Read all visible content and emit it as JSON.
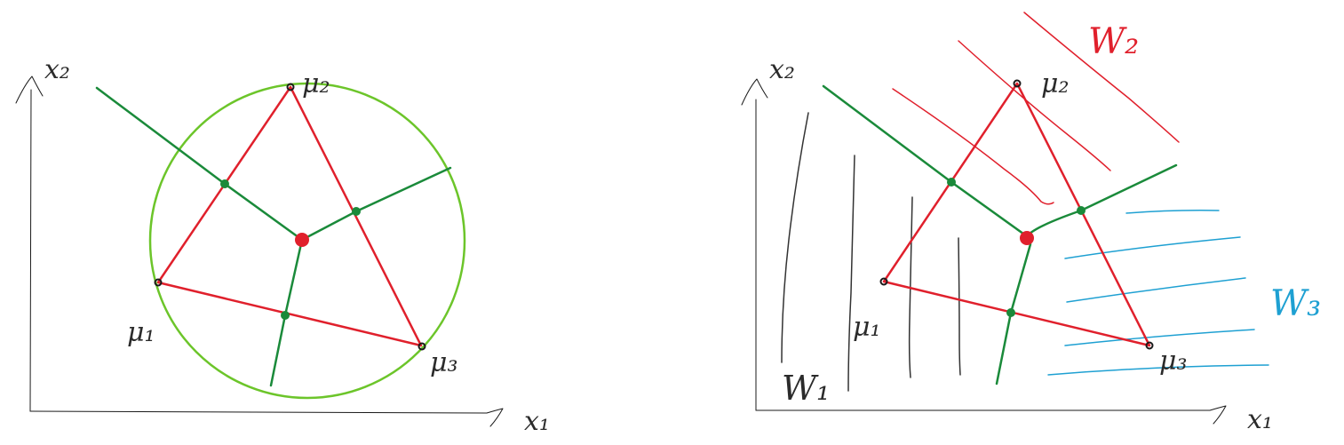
{
  "colors": {
    "axis": "#1a1a1a",
    "triangle": "#e0202c",
    "bisector": "#1a8a3a",
    "circle": "#6cc52a",
    "centroid_point": "#e0202c",
    "midpoint": "#1a8a3a",
    "region_w1": "#333333",
    "region_w2": "#e0202c",
    "region_w3": "#1ea0d2"
  },
  "left": {
    "y_axis_label": "x₂",
    "x_axis_label": "x₁",
    "vertex_labels": {
      "mu1": "μ₁",
      "mu2": "μ₂",
      "mu3": "μ₃"
    }
  },
  "right": {
    "y_axis_label": "x₂",
    "x_axis_label": "x₁",
    "vertex_labels": {
      "mu1": "μ₁",
      "mu2": "μ₂",
      "mu3": "μ₃"
    },
    "region_labels": {
      "w1": "W₁",
      "w2": "W₂",
      "w3": "W₃"
    }
  }
}
